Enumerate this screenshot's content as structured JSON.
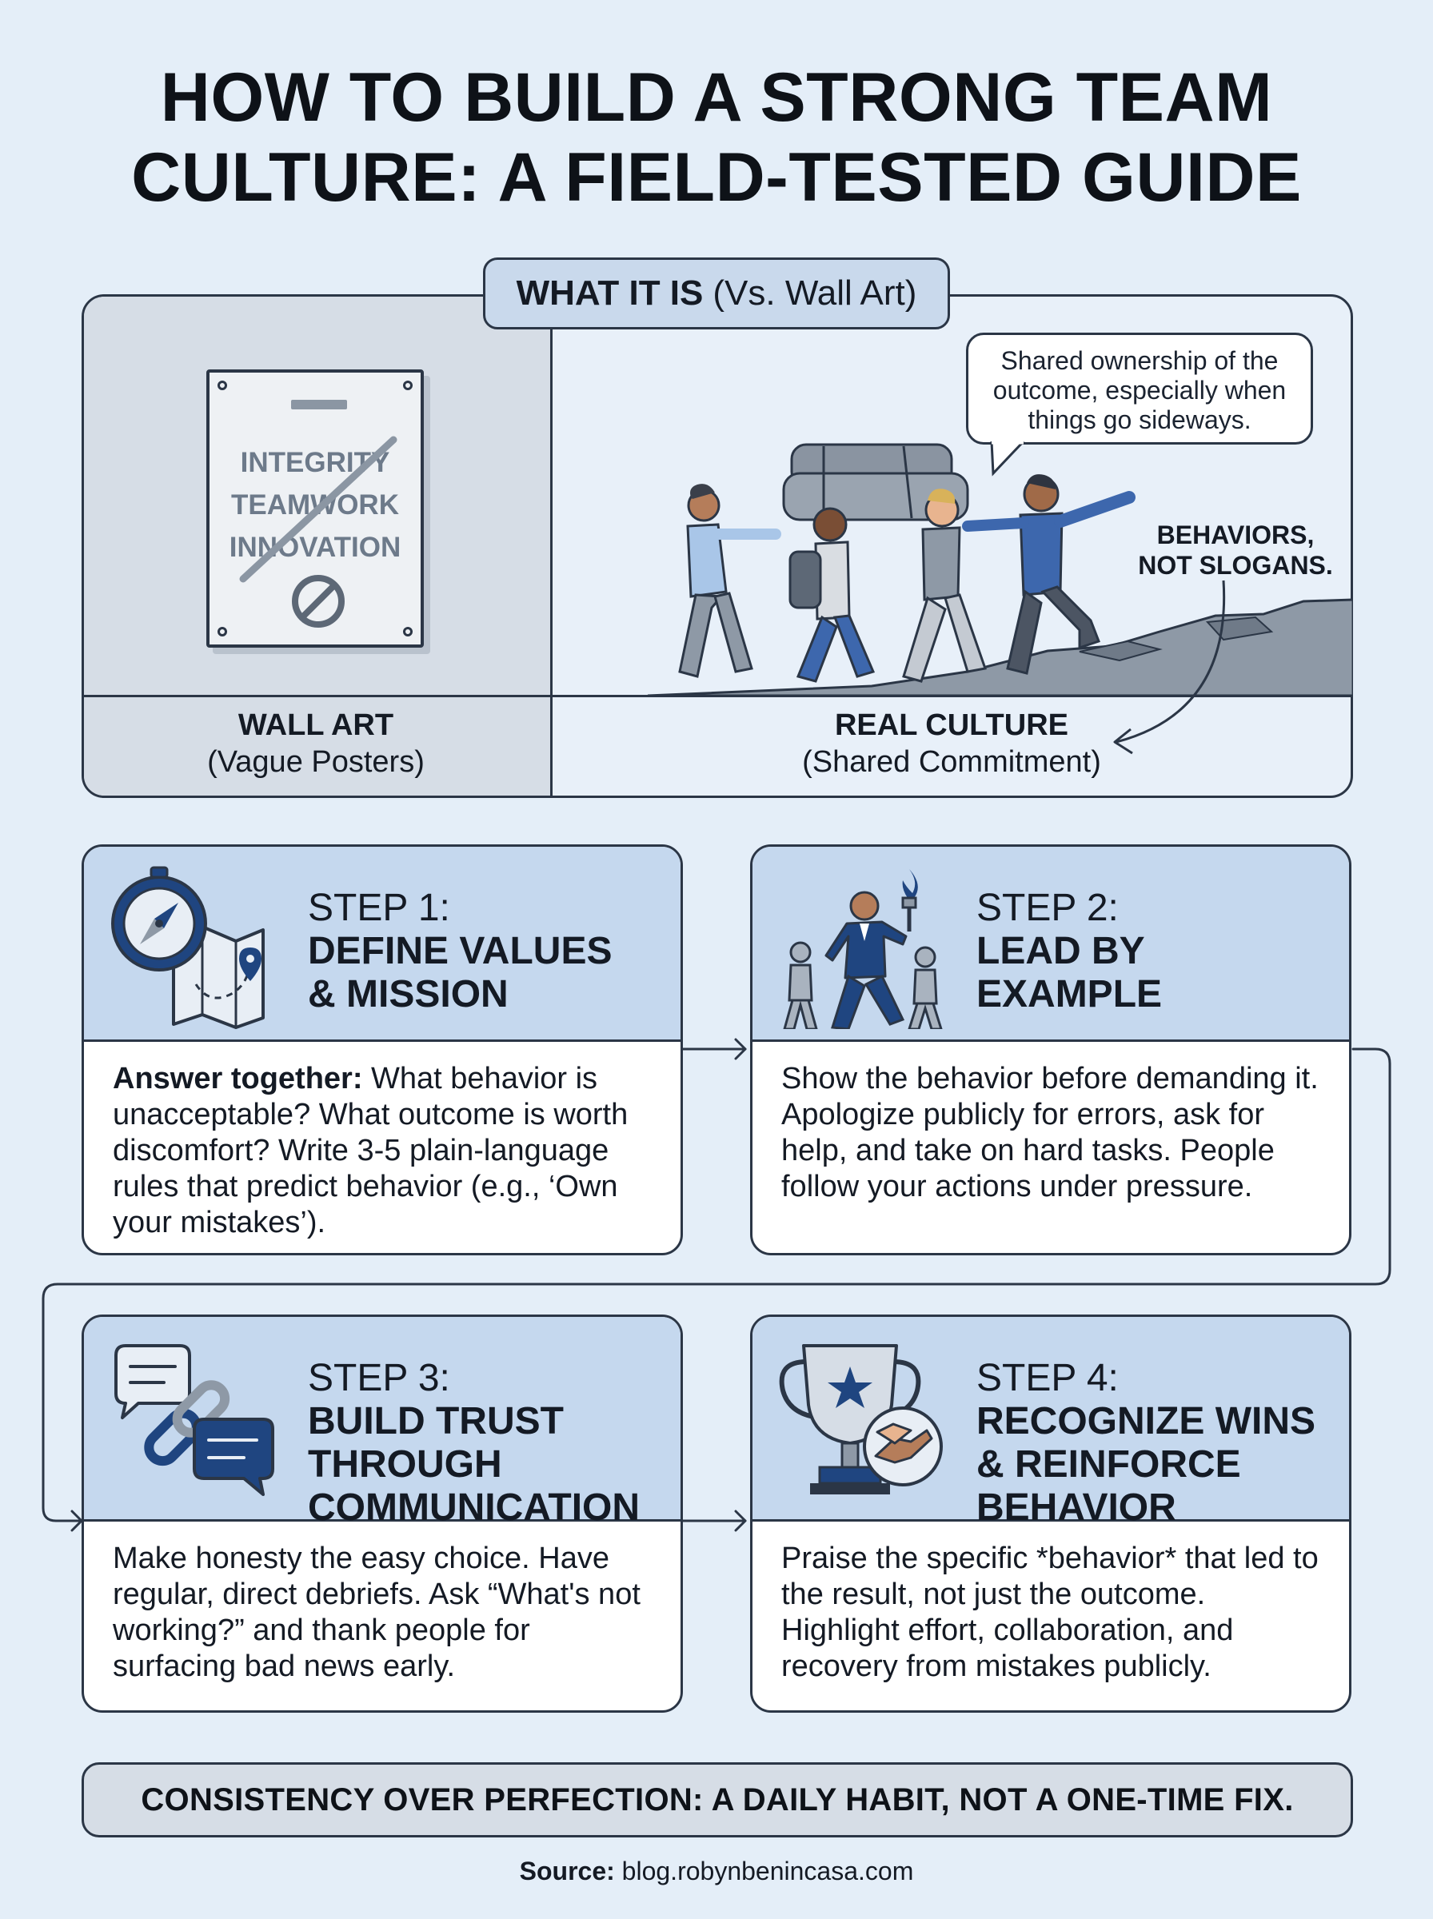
{
  "title": {
    "line1": "HOW TO BUILD A STRONG TEAM",
    "line2": "CULTURE: A FIELD-TESTED GUIDE"
  },
  "what_it_is": {
    "label_bold": "WHAT IT IS",
    "label_rest": "(Vs. Wall Art)",
    "poster_words": [
      "INTEGRITY",
      "TEAMWORK",
      "INNOVATION"
    ],
    "left_heading": "WALL ART",
    "left_sub": "(Vague Posters)",
    "right_heading": "REAL CULTURE",
    "right_sub": "(Shared Commitment)",
    "bubble": "Shared ownership of the outcome, especially when things go sideways.",
    "callout_line1": "BEHAVIORS,",
    "callout_line2": "NOT SLOGANS."
  },
  "steps": [
    {
      "number": "STEP 1:",
      "title_lines": [
        "DEFINE VALUES",
        "& MISSION"
      ],
      "icon": "compass-map-icon",
      "body_lead": "Answer together:",
      "body": " What behavior is unacceptable? What outcome is worth discomfort? Write 3-5 plain-language rules that predict behavior (e.g., ‘Own your mistakes’)."
    },
    {
      "number": "STEP 2:",
      "title_lines": [
        "LEAD BY",
        "EXAMPLE"
      ],
      "icon": "leader-torch-icon",
      "body_lead": "",
      "body": "Show the behavior before demanding it. Apologize publicly for errors, ask for help, and take on hard tasks. People follow your actions under pressure."
    },
    {
      "number": "STEP 3:",
      "title_lines": [
        "BUILD TRUST",
        "THROUGH",
        "COMMUNICATION"
      ],
      "icon": "chat-chain-icon",
      "body_lead": "",
      "body": "Make honesty the easy choice. Have regular, direct debriefs. Ask “What's not working?” and thank people for surfacing bad news early."
    },
    {
      "number": "STEP 4:",
      "title_lines": [
        "RECOGNIZE WINS",
        "& REINFORCE",
        "BEHAVIOR"
      ],
      "icon": "trophy-handshake-icon",
      "body_lead": "",
      "body": "Praise the specific *behavior* that led to the result, not just the outcome. Highlight effort, collaboration, and recovery from mistakes publicly."
    }
  ],
  "footer": "CONSISTENCY OVER PERFECTION: A DAILY HABIT, NOT A ONE-TIME FIX.",
  "source": {
    "label": "Source:",
    "value": "blog.robynbenincasa.com"
  },
  "colors": {
    "background": "#e4eef8",
    "card_header": "#c5d8ee",
    "navy": "#1f4580",
    "outline": "#2b3646",
    "grey_panel": "#d6dde6"
  }
}
